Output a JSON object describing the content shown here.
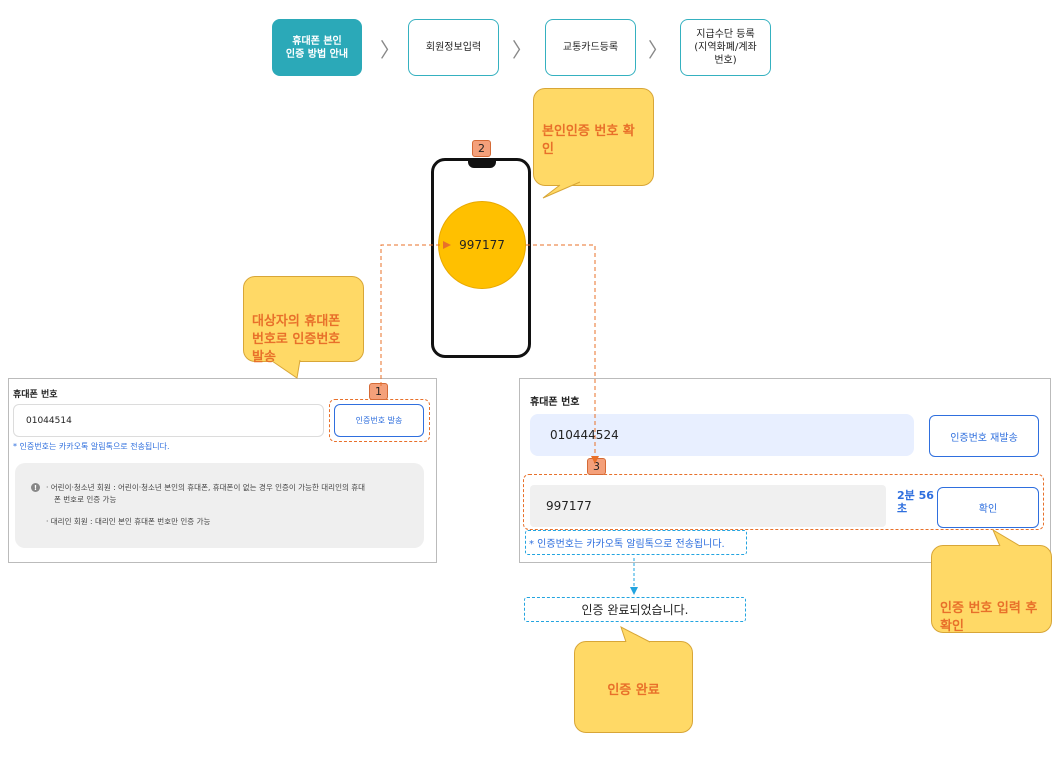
{
  "steps": [
    {
      "label": "휴대폰 본인\n인증 방법 안내",
      "active": true
    },
    {
      "label": "회원정보입력",
      "active": false
    },
    {
      "label": "교통카드등록",
      "active": false
    },
    {
      "label": "지급수단 등록\n(지역화폐/계좌\n번호)",
      "active": false
    }
  ],
  "callouts": {
    "identity_check": "본인인증 번호 확인",
    "send_to_phone": "대상자의 휴대폰\n번호로 인증번호\n발송",
    "enter_code": "인증 번호 입력 후\n확인",
    "done": "인증 완료"
  },
  "phone": {
    "otp": "997177"
  },
  "badges": [
    "1",
    "2",
    "3"
  ],
  "left_panel": {
    "label": "휴대폰 번호",
    "phone_value": "01044514",
    "send_button": "인증번호 발송",
    "note": "* 인증번호는 카카오톡 알림톡으로 전송됩니다.",
    "info_line1": "· 어린이·청소년 회원 : 어린이·청소년 본인의 휴대폰, 휴대폰이 없는 경우 인증이 가능한 대리인의 휴대",
    "info_line2": "폰 번호로 인증 가능",
    "info_line3": "· 대리인 회원 : 대리인 본인 휴대폰 번호만 인증 가능"
  },
  "right_panel": {
    "label": "휴대폰 번호",
    "phone_value": "010444524",
    "resend_button": "인증번호 재발송",
    "code_value": "997177",
    "timer": "2분 56\n초",
    "confirm_button": "확인",
    "note": "* 인증번호는 카카오톡 알림톡으로 전송됩니다."
  },
  "completion": {
    "message": "인증 완료되었습니다."
  },
  "colors": {
    "teal": "#2ba9b8",
    "callout_fill": "#ffd966",
    "callout_text": "#e8702a",
    "link_blue": "#2f6fde",
    "otp_yellow": "#ffc000"
  }
}
